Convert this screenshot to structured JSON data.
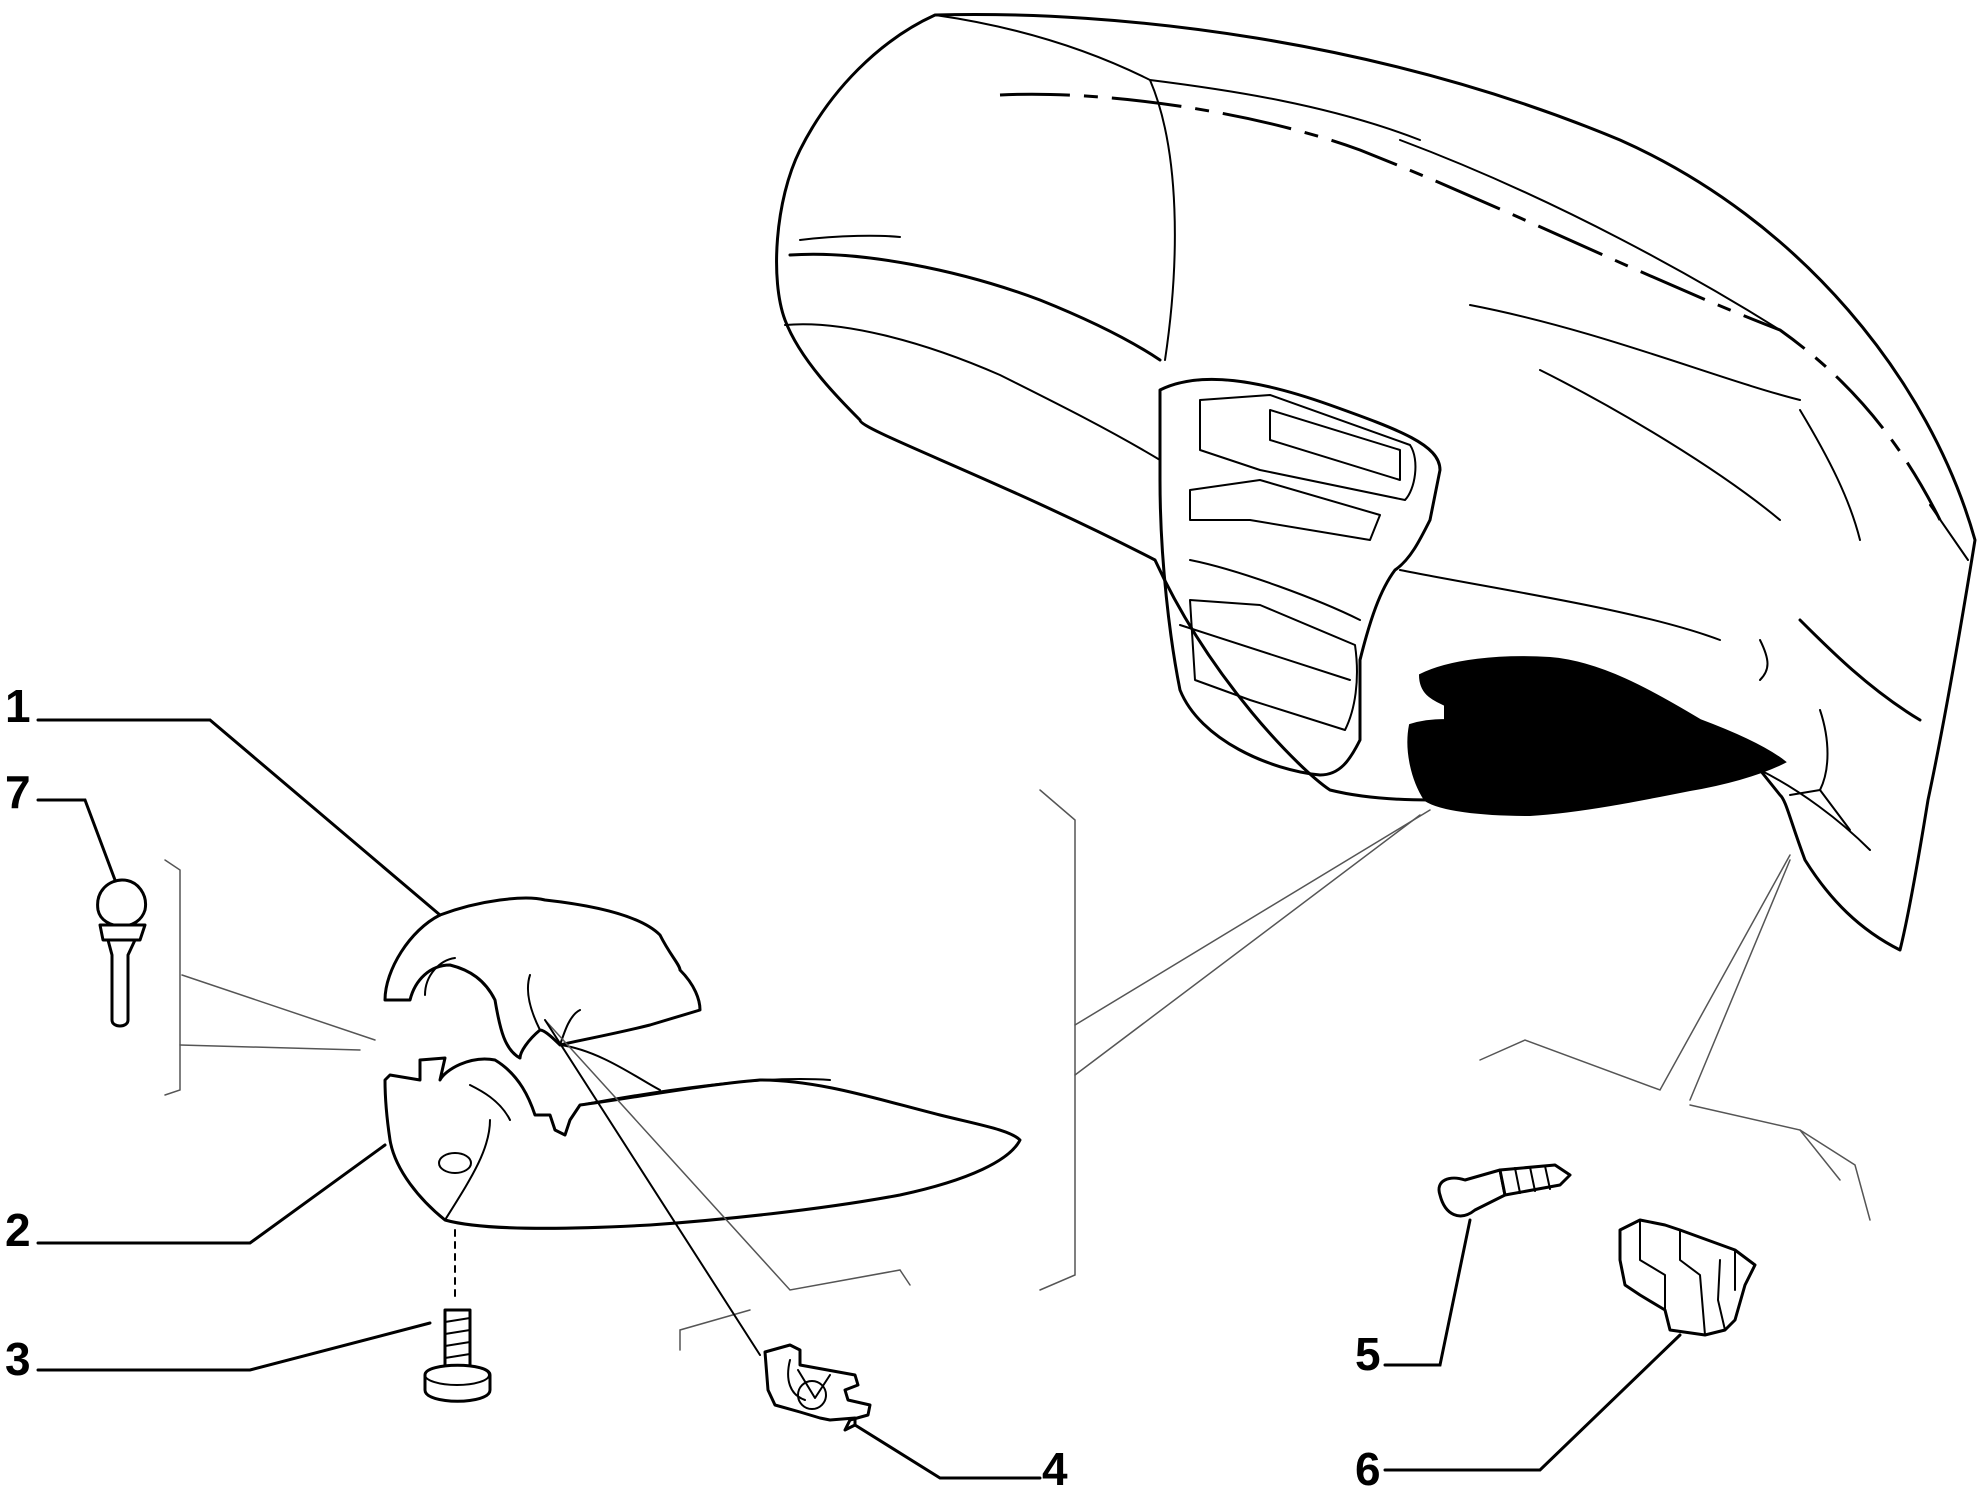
{
  "diagram": {
    "callouts": [
      {
        "id": "1",
        "label": "1"
      },
      {
        "id": "7",
        "label": "7"
      },
      {
        "id": "2",
        "label": "2"
      },
      {
        "id": "3",
        "label": "3"
      },
      {
        "id": "4",
        "label": "4"
      },
      {
        "id": "5",
        "label": "5"
      },
      {
        "id": "6",
        "label": "6"
      }
    ],
    "colors": {
      "ink": "#000000",
      "background": "#ffffff"
    }
  }
}
